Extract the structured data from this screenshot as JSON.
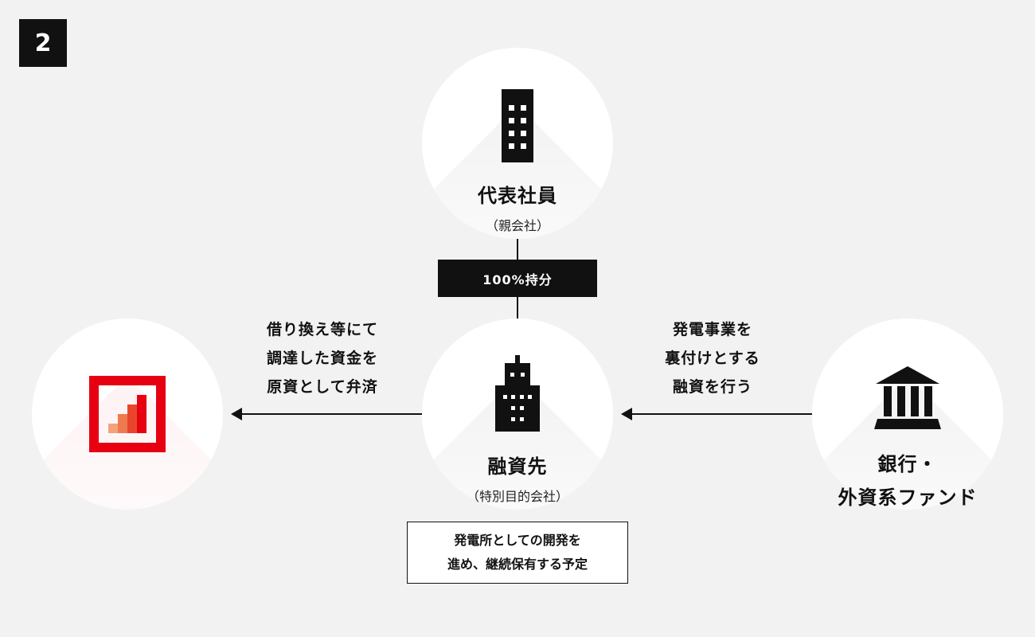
{
  "step_badge": "2",
  "parent": {
    "title": "代表社員",
    "subtitle": "（親会社）",
    "icon": "office-building-icon"
  },
  "ownership_label": "100%持分",
  "spc": {
    "title": "融資先",
    "subtitle": "（特別目的会社）",
    "icon": "skyscraper-icon"
  },
  "bank": {
    "title_lines": [
      "銀行・",
      "外資系ファンド"
    ],
    "icon": "bank-icon"
  },
  "company": {
    "icon": "company-logo-bars-icon",
    "colors": [
      "#e60012",
      "#f4a27a",
      "#ee7a50",
      "#e8462c"
    ]
  },
  "left_label_lines": [
    "借り換え等にて",
    "調達した資金を",
    "原資として弁済"
  ],
  "right_label_lines": [
    "発電事業を",
    "裏付けとする",
    "融資を行う"
  ],
  "note_lines": [
    "発電所としての開発を",
    "進め、継続保有する予定"
  ]
}
